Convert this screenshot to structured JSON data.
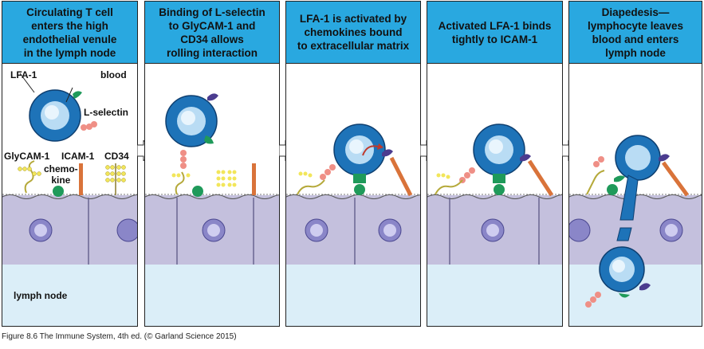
{
  "panels": [
    {
      "title": "Circulating T cell\nenters the high\nendothelial venule\nin the lymph node"
    },
    {
      "title": "Binding of L-selectin\nto GlyCAM-1 and\nCD34 allows\nrolling interaction"
    },
    {
      "title": "LFA-1 is activated by\nchemokines bound\nto extracellular matrix"
    },
    {
      "title": "Activated LFA-1 binds\ntightly to ICAM-1"
    },
    {
      "title": "Diapedesis—\nlymphocyte leaves\nblood and enters\nlymph node"
    }
  ],
  "labels": {
    "lfa1": "LFA-1",
    "blood": "blood",
    "lselectin": "L-selectin",
    "glycam1": "GlyCAM-1",
    "icam1": "ICAM-1",
    "cd34": "CD34",
    "chemokine": "chemo-\nkine",
    "lymph_node": "lymph node"
  },
  "caption": "Figure 8.6  The Immune System, 4th ed. (© Garland Science 2015)",
  "colors": {
    "header_blue": "#29a8e0",
    "cell_blue": "#1e73b8",
    "endothelium": "#c4c0dd",
    "lymph_bg": "#dbeef8",
    "selectin_pink": "#ef8f86",
    "lfa_green": "#1f9a5a",
    "cd34_yellow": "#f2e65a",
    "icam_orange": "#d9733a",
    "lfa_purple": "#4b3c8f"
  }
}
